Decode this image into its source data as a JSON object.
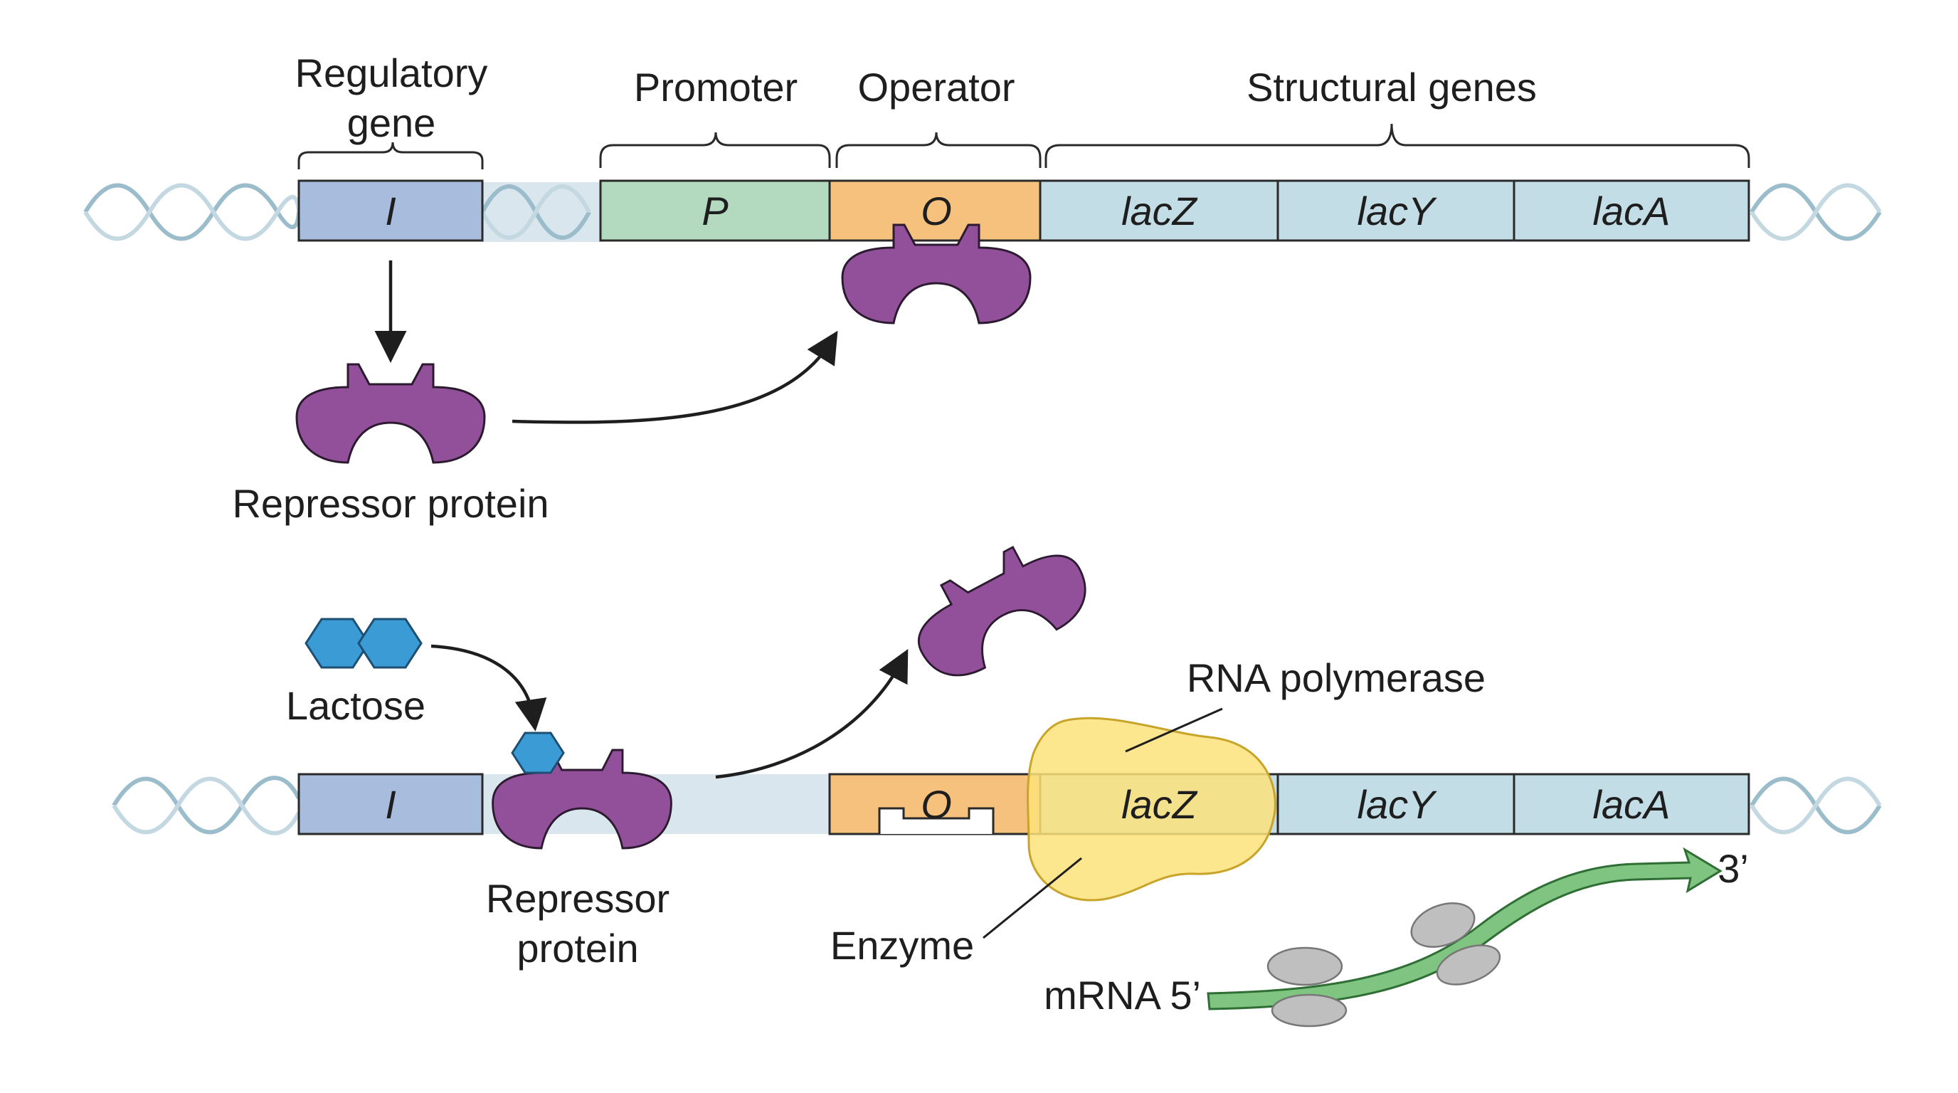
{
  "top": {
    "bracket_labels": {
      "regulatory_line1": "Regulatory",
      "regulatory_line2": "gene",
      "promoter": "Promoter",
      "operator": "Operator",
      "structural": "Structural genes"
    },
    "segments": {
      "i": "I",
      "p": "P",
      "o": "O",
      "lacz": "lacZ",
      "lacy": "lacY",
      "laca": "lacA"
    },
    "repressor_label": "Repressor protein"
  },
  "bottom": {
    "lactose_label": "Lactose",
    "segments": {
      "i": "I",
      "o": "O",
      "lacz": "lacZ",
      "lacy": "lacY",
      "laca": "lacA"
    },
    "repressor_label_line1": "Repressor",
    "repressor_label_line2": "protein",
    "rna_polymerase_label": "RNA polymerase",
    "enzyme_label": "Enzyme",
    "mrna_label": "mRNA 5’",
    "three_prime_label": "3’"
  },
  "colors": {
    "regulatory": "#a8bddd",
    "promoter": "#b3d9bf",
    "operator": "#f6c17c",
    "structural": "#c3dde6",
    "repressor": "#93509a",
    "lactose": "#3b9bd4",
    "rna_polymerase": "#fbe27a",
    "mrna": "#7fc480",
    "ribosome": "#bfbfbf"
  }
}
